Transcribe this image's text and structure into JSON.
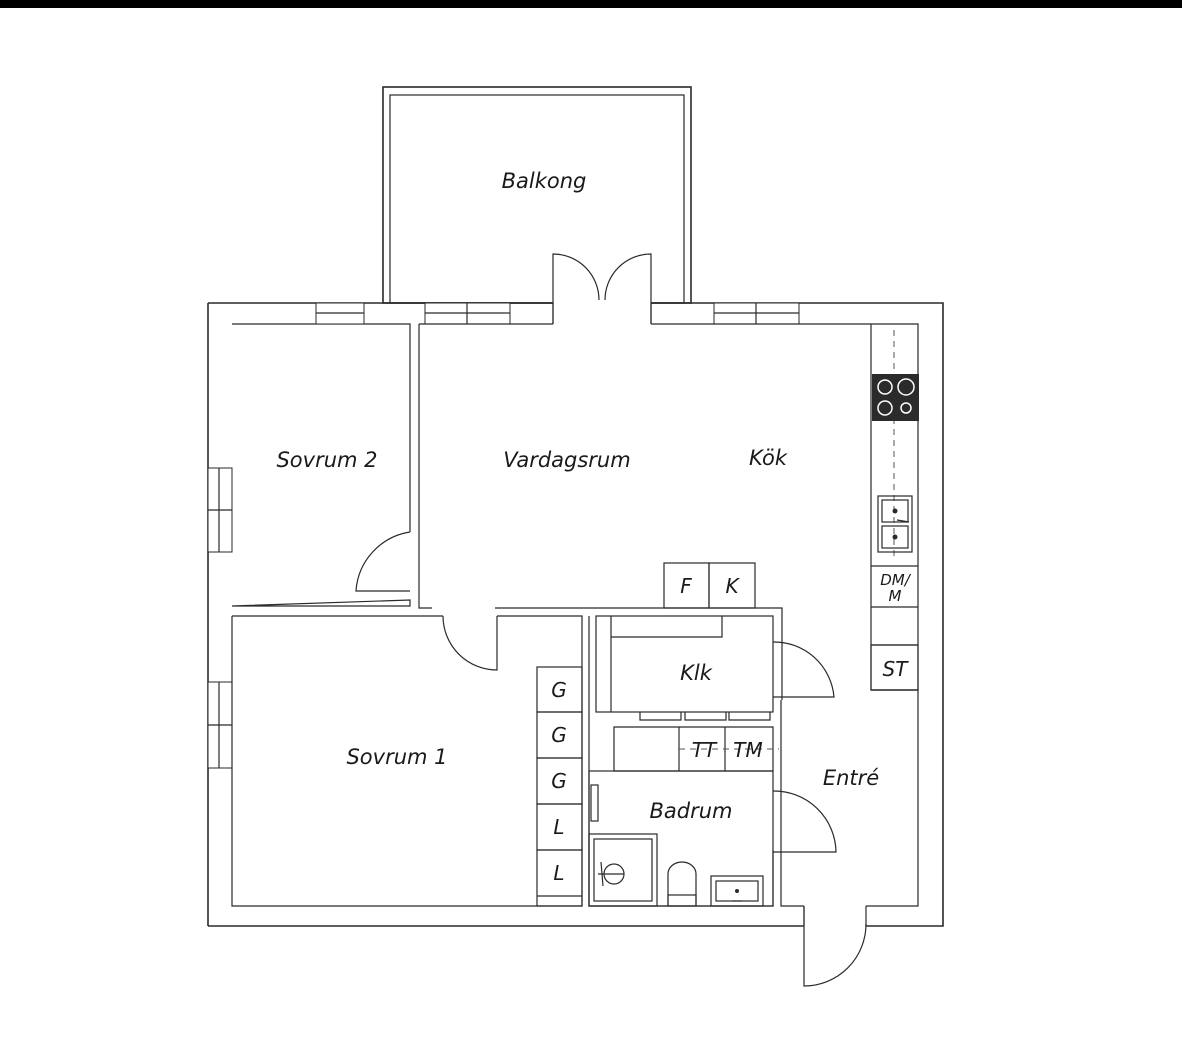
{
  "rooms": {
    "balkong": "Balkong",
    "sovrum2": "Sovrum 2",
    "vardagsrum": "Vardagsrum",
    "kok": "Kök",
    "sovrum1": "Sovrum 1",
    "klk": "Klk",
    "badrum": "Badrum",
    "entre": "Entré"
  },
  "fixtures": {
    "f": "F",
    "k": "K",
    "g1": "G",
    "g2": "G",
    "g3": "G",
    "l1": "L",
    "l2": "L",
    "tt": "TT",
    "tm": "TM",
    "dm": "DM/",
    "m": "M",
    "st": "ST"
  },
  "colors": {
    "line": "#2a2a2a",
    "background": "#ffffff",
    "topbar": "#000000"
  }
}
